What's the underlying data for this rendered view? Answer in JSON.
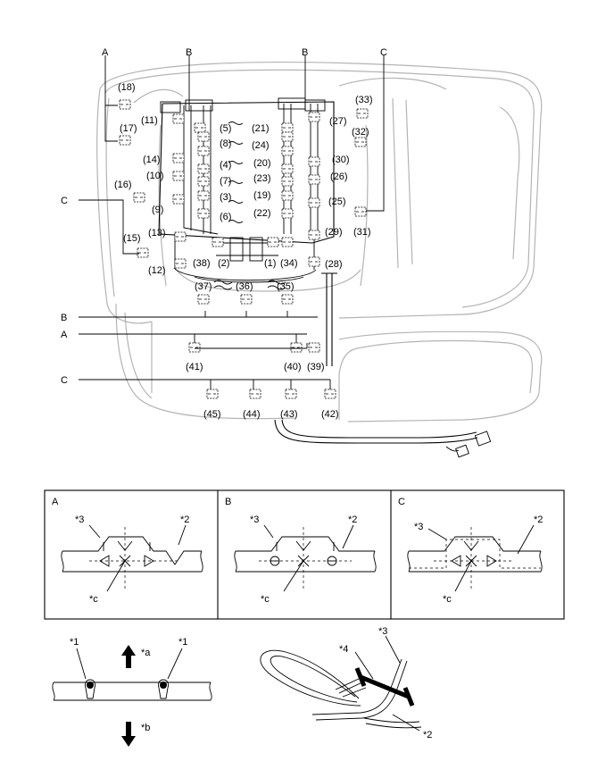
{
  "group_labels": [
    "A",
    "B",
    "B",
    "C",
    "C",
    "B",
    "A",
    "C"
  ],
  "clip_numbers": [
    "(1)",
    "(2)",
    "(3)",
    "(4)",
    "(5)",
    "(6)",
    "(7)",
    "(8)",
    "(9)",
    "(10)",
    "(11)",
    "(12)",
    "(13)",
    "(14)",
    "(15)",
    "(16)",
    "(17)",
    "(18)",
    "(19)",
    "(20)",
    "(21)",
    "(22)",
    "(23)",
    "(24)",
    "(25)",
    "(26)",
    "(27)",
    "(28)",
    "(29)",
    "(30)",
    "(31)",
    "(32)",
    "(33)",
    "(34)",
    "(35)",
    "(36)",
    "(37)",
    "(38)",
    "(39)",
    "(40)",
    "(41)",
    "(42)",
    "(43)",
    "(44)",
    "(45)"
  ],
  "detail_panels": [
    {
      "title": "A",
      "callout_3": "*3",
      "callout_2": "*2",
      "callout_c": "*c"
    },
    {
      "title": "B",
      "callout_3": "*3",
      "callout_2": "*2",
      "callout_c": "*c"
    },
    {
      "title": "C",
      "callout_3": "*3",
      "callout_2": "*2",
      "callout_c": "*c"
    }
  ],
  "legend": {
    "callout_1_left": "*1",
    "callout_1_right": "*1",
    "arrow_up": "*a",
    "arrow_down": "*b",
    "callout_3": "*3",
    "callout_4": "*4",
    "callout_2": "*2"
  }
}
